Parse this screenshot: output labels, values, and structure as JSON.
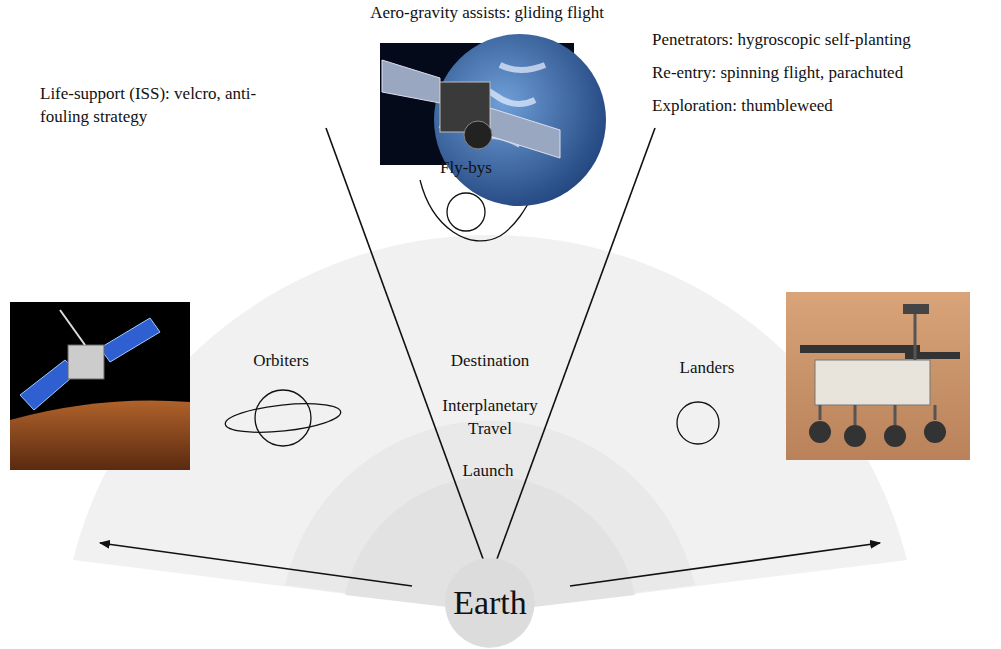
{
  "diagram": {
    "nodes": [
      {
        "text": [
          "Earth"
        ]
      }
    ],
    "labels": [
      "Aero-gravity assists: gliding flight",
      "Life-support (ISS): velcro, anti-fouling strategy",
      "Fly-bys",
      "Orbiters",
      "Destination",
      "Interplanetary Travel",
      "Launch",
      "Penetrators: hygroscopic self-planting",
      "Re-entry: spinning flight, parachuted",
      "Exploration: thumbleweed",
      "Landers"
    ]
  }
}
